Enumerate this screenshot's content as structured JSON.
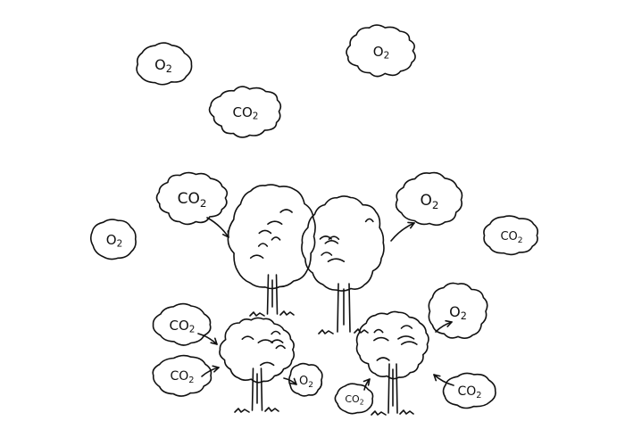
{
  "diagram": {
    "background": "#ffffff",
    "ink": "#111111",
    "clouds": [
      {
        "id": "o2-top-left",
        "base": "O",
        "sub": "2",
        "icon": "oxygen-cloud-icon"
      },
      {
        "id": "o2-top-right",
        "base": "O",
        "sub": "2",
        "icon": "oxygen-cloud-icon"
      },
      {
        "id": "co2-top-center",
        "base": "CO",
        "sub": "2",
        "icon": "carbon-dioxide-cloud-icon"
      },
      {
        "id": "co2-into-large-tree",
        "base": "CO",
        "sub": "2",
        "icon": "carbon-dioxide-cloud-icon"
      },
      {
        "id": "o2-out-of-large-tree",
        "base": "O",
        "sub": "2",
        "icon": "oxygen-cloud-icon"
      },
      {
        "id": "o2-mid-left",
        "base": "O",
        "sub": "2",
        "icon": "oxygen-cloud-icon"
      },
      {
        "id": "co2-mid-right",
        "base": "CO",
        "sub": "2",
        "icon": "carbon-dioxide-cloud-icon"
      },
      {
        "id": "co2-lower-left-a",
        "base": "CO",
        "sub": "2",
        "icon": "carbon-dioxide-cloud-icon"
      },
      {
        "id": "co2-lower-left-b",
        "base": "CO",
        "sub": "2",
        "icon": "carbon-dioxide-cloud-icon"
      },
      {
        "id": "o2-out-of-small-tree-left",
        "base": "O",
        "sub": "2",
        "icon": "oxygen-cloud-icon"
      },
      {
        "id": "o2-lower-right",
        "base": "O",
        "sub": "2",
        "icon": "oxygen-cloud-icon"
      },
      {
        "id": "co2-into-small-tree-right",
        "base": "CO",
        "sub": "2",
        "icon": "carbon-dioxide-cloud-icon"
      },
      {
        "id": "co2-bottom-right",
        "base": "CO",
        "sub": "2",
        "icon": "carbon-dioxide-cloud-icon"
      }
    ],
    "trees": [
      {
        "id": "large-tree-left",
        "icon": "tree-icon"
      },
      {
        "id": "large-tree-right",
        "icon": "tree-icon"
      },
      {
        "id": "small-tree-left",
        "icon": "tree-icon"
      },
      {
        "id": "small-tree-right",
        "icon": "tree-icon"
      }
    ],
    "arrows": [
      {
        "id": "arrow-co2-into-large-tree",
        "icon": "arrow-icon"
      },
      {
        "id": "arrow-o2-out-of-large-tree",
        "icon": "arrow-icon"
      },
      {
        "id": "arrow-co2-into-small-tree-left-a",
        "icon": "arrow-icon"
      },
      {
        "id": "arrow-co2-into-small-tree-left-b",
        "icon": "arrow-icon"
      },
      {
        "id": "arrow-o2-out-of-small-tree-left",
        "icon": "arrow-icon"
      },
      {
        "id": "arrow-o2-out-of-small-tree-right",
        "icon": "arrow-icon"
      },
      {
        "id": "arrow-co2-into-small-tree-right-a",
        "icon": "arrow-icon"
      },
      {
        "id": "arrow-co2-into-small-tree-right-b",
        "icon": "arrow-icon"
      }
    ]
  }
}
